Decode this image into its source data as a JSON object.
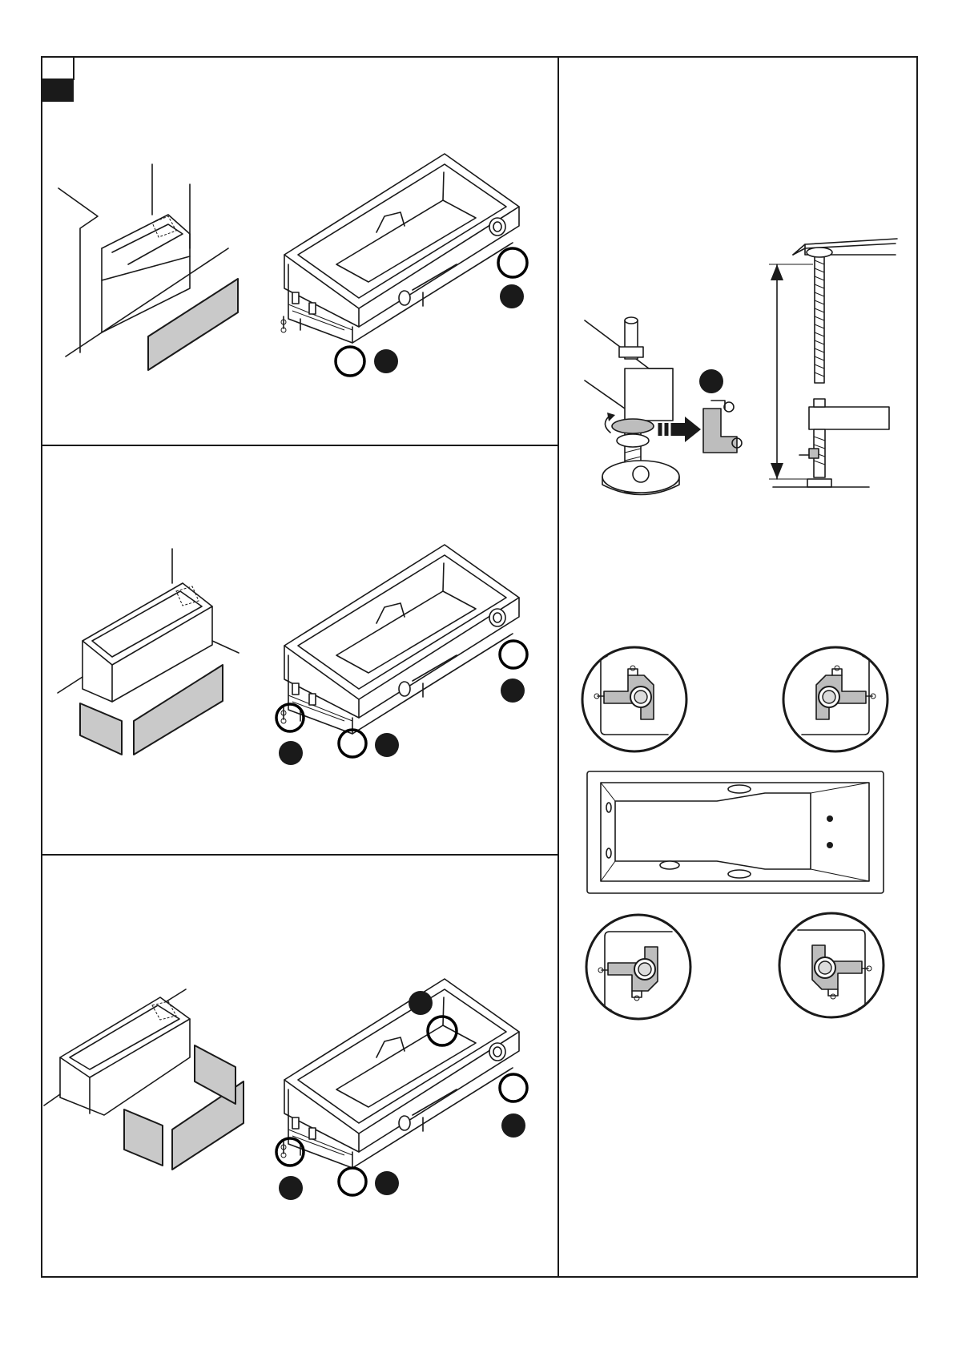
{
  "page": {
    "background": "#ffffff",
    "ink": "#1a1a1a",
    "panel_gray": "#c9c9c9"
  },
  "steps": [
    {
      "name": "step-1",
      "description": "tub-in-alcove-with-front-panel",
      "markers": 2
    },
    {
      "name": "step-2",
      "description": "tub-in-corner-with-two-panels",
      "markers": 3
    },
    {
      "name": "step-3",
      "description": "tub-freestanding-with-panels",
      "markers": 4
    }
  ],
  "icons": [
    "step-indicator-icon",
    "bathtub-illustration",
    "leg-adjust-detail",
    "corner-bracket-detail"
  ]
}
